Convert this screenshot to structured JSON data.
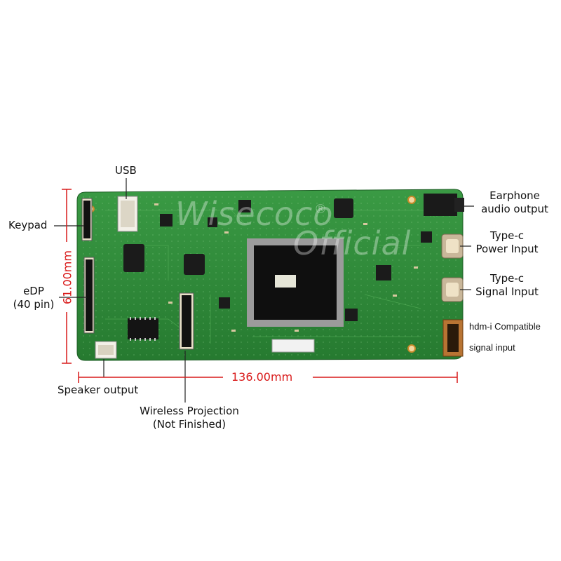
{
  "labels": {
    "usb": "USB",
    "keypad": "Keypad",
    "edp_line1": "eDP",
    "edp_line2": "(40 pin)",
    "speaker": "Speaker output",
    "wireless_line1": "Wireless Projection",
    "wireless_line2": "(Not Finished)",
    "earphone_line1": "Earphone",
    "earphone_line2": "audio output",
    "typec_power_line1": "Type-c",
    "typec_power_line2": "Power Input",
    "typec_signal_line1": "Type-c",
    "typec_signal_line2": "Signal Input",
    "hdmi_line1": "hdm-i Compatible",
    "hdmi_line2": "signal input"
  },
  "dimensions": {
    "width": "136.00mm",
    "height": "61.00mm"
  },
  "watermark": {
    "line1": "Wisecoco",
    "line2": "Official",
    "mark": "®"
  },
  "colors": {
    "pcb": "#2f8a3a",
    "dimension": "#d91a1a"
  }
}
